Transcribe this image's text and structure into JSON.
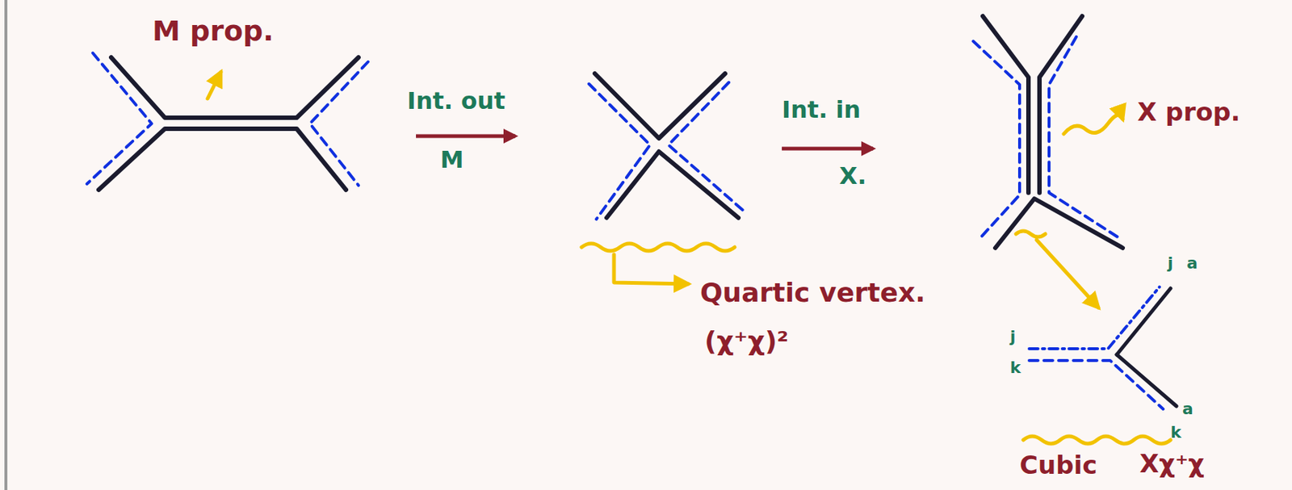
{
  "diagram": {
    "labels": [
      "M prop.",
      "Int. out",
      "M",
      "Int. in",
      "X.",
      "X prop.",
      "Quartic vertex.",
      "(χ⁺χ)²",
      "j",
      "a",
      "j",
      "k",
      "a",
      "k",
      "Cubic",
      "Xχ⁺χ"
    ]
  }
}
